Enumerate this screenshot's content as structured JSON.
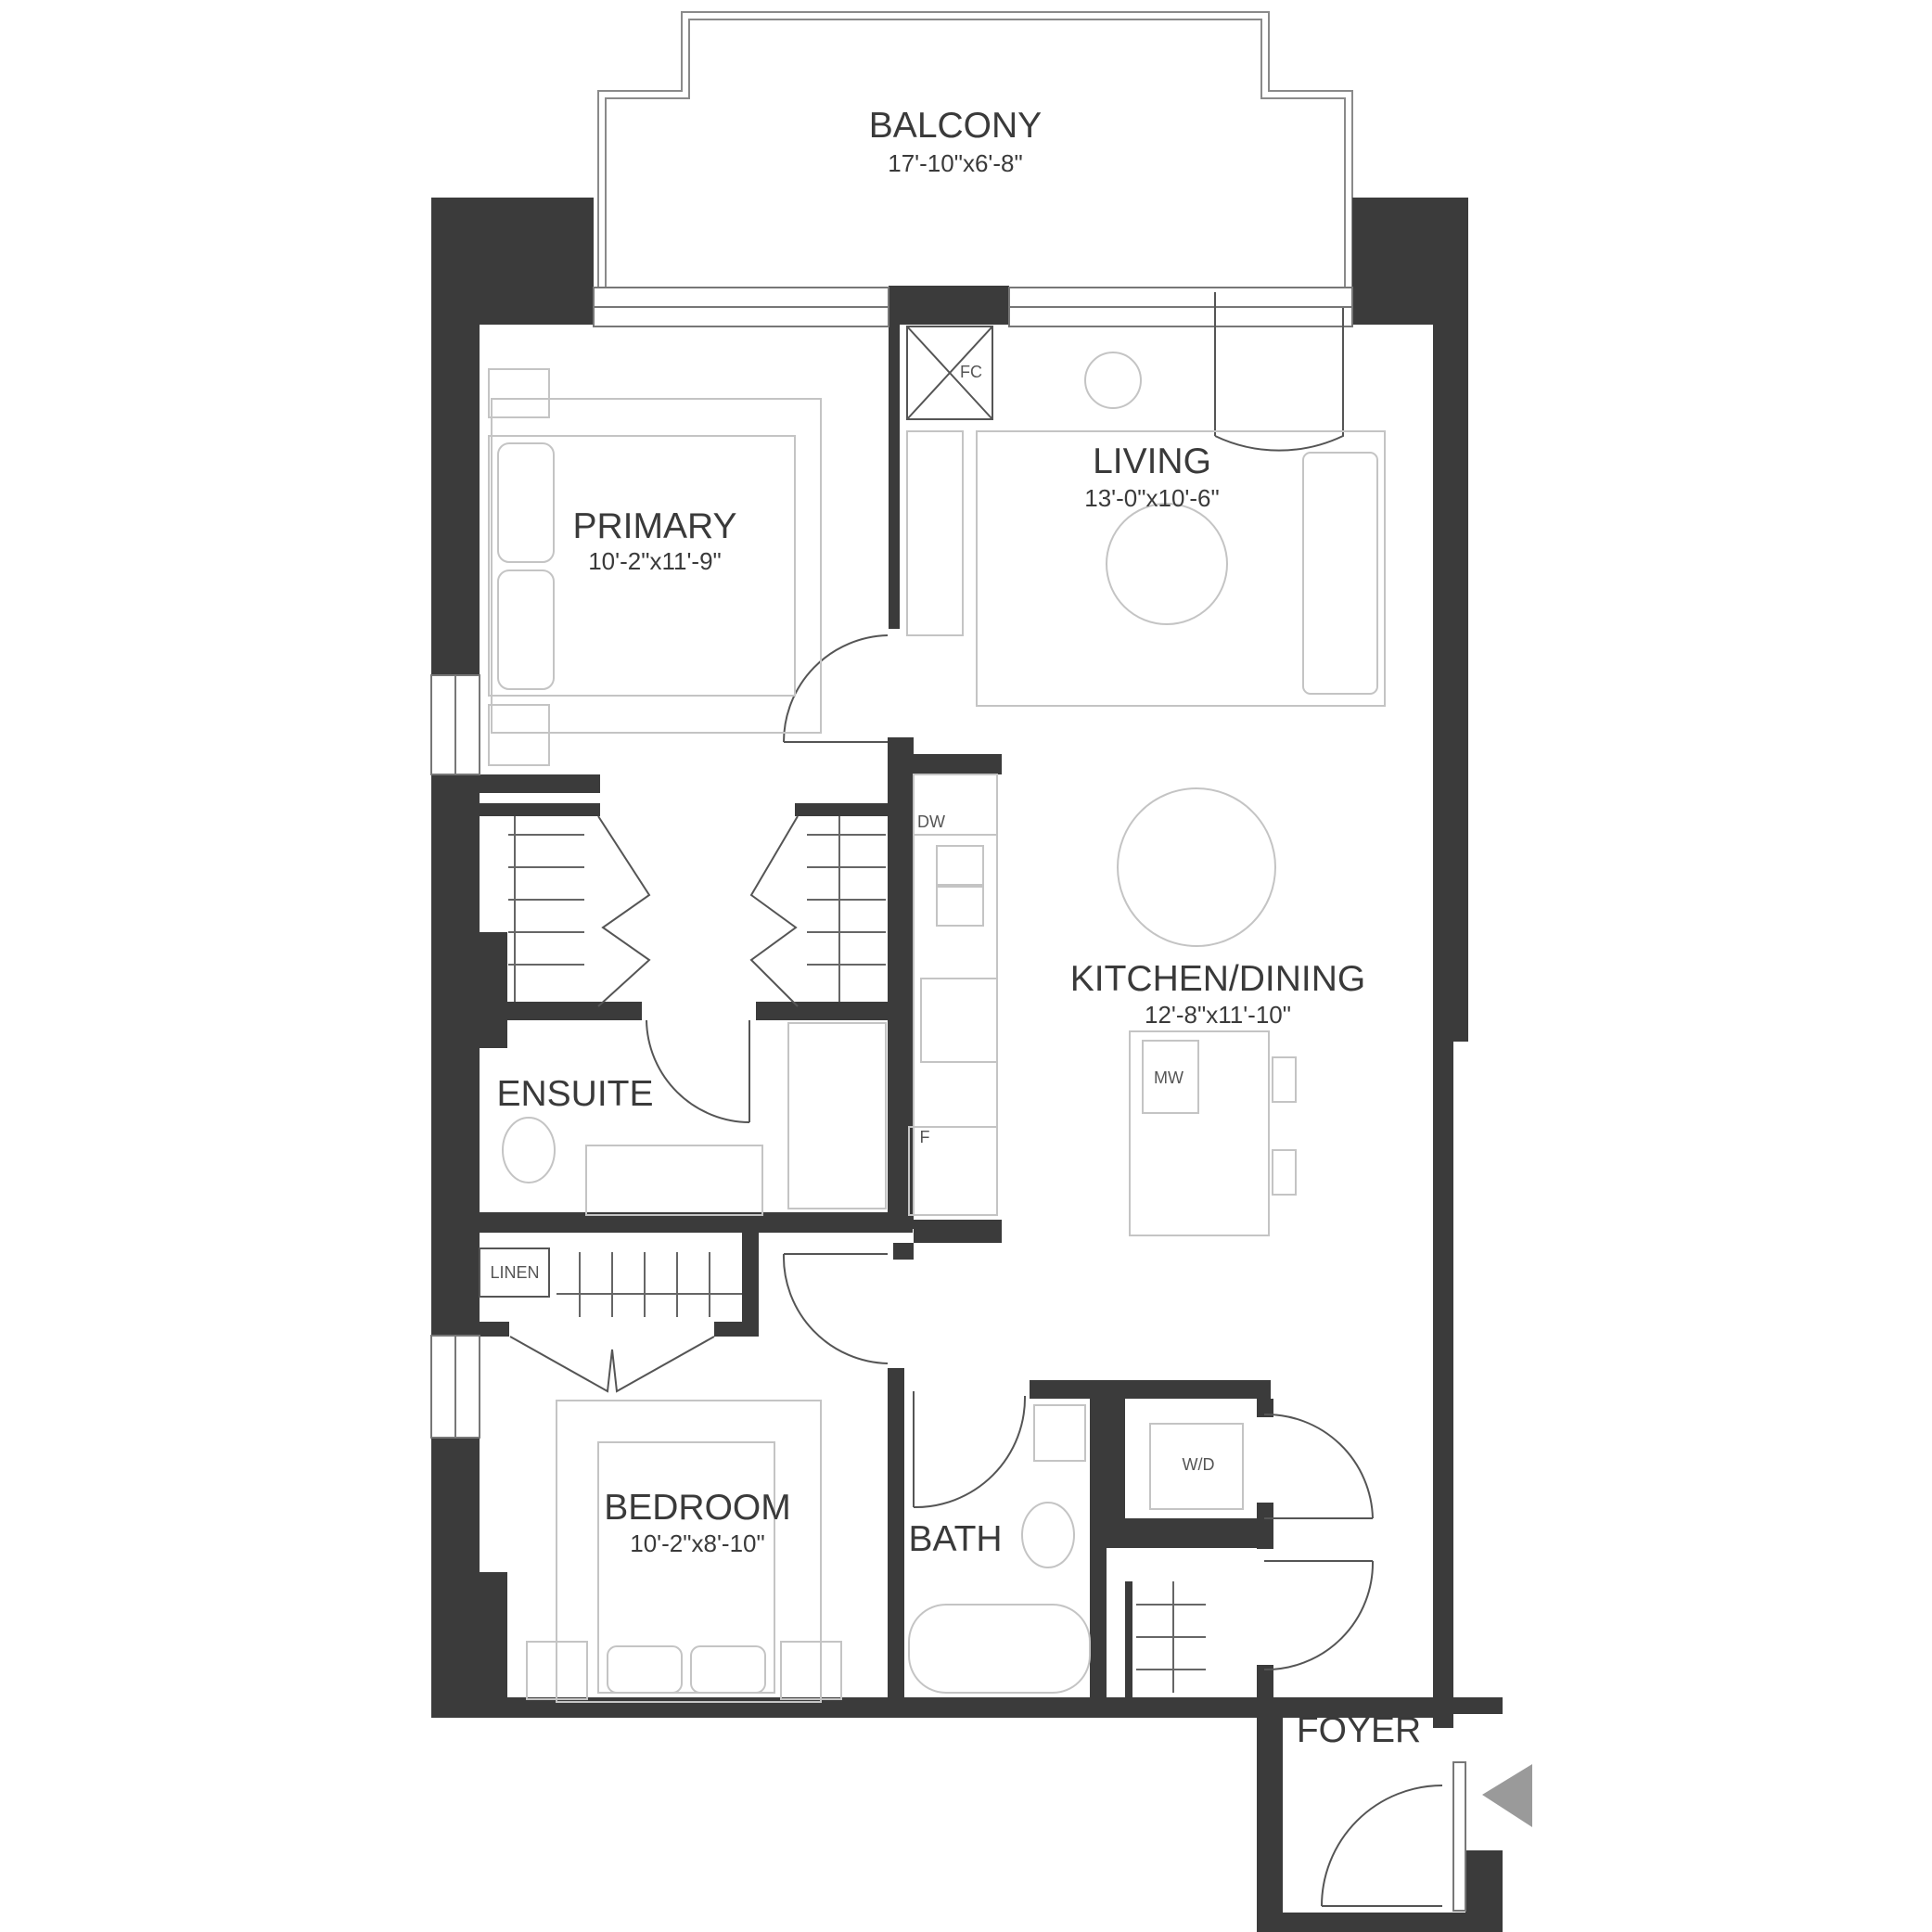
{
  "rooms": {
    "balcony": {
      "name": "BALCONY",
      "dim": "17'-10\"x6'-8\""
    },
    "living": {
      "name": "LIVING",
      "dim": "13'-0\"x10'-6\""
    },
    "primary": {
      "name": "PRIMARY",
      "dim": "10'-2\"x11'-9\""
    },
    "kitchen_dining": {
      "name": "KITCHEN/DINING",
      "dim": "12'-8\"x11'-10\""
    },
    "ensuite": {
      "name": "ENSUITE"
    },
    "bedroom": {
      "name": "BEDROOM",
      "dim": "10'-2\"x8'-10\""
    },
    "bath": {
      "name": "BATH"
    },
    "foyer": {
      "name": "FOYER"
    }
  },
  "fixtures": {
    "fireplace": "FC",
    "dishwasher": "DW",
    "fridge": "F",
    "microwave": "MW",
    "washer_dryer": "W/D",
    "linen": "LINEN"
  },
  "entry_marker": "entry-arrow-icon",
  "colors": {
    "wall": "#3b3b3b",
    "furniture": "#c4c4c4",
    "text": "#3a3a3a",
    "entry_arrow": "#9a9a9a"
  }
}
